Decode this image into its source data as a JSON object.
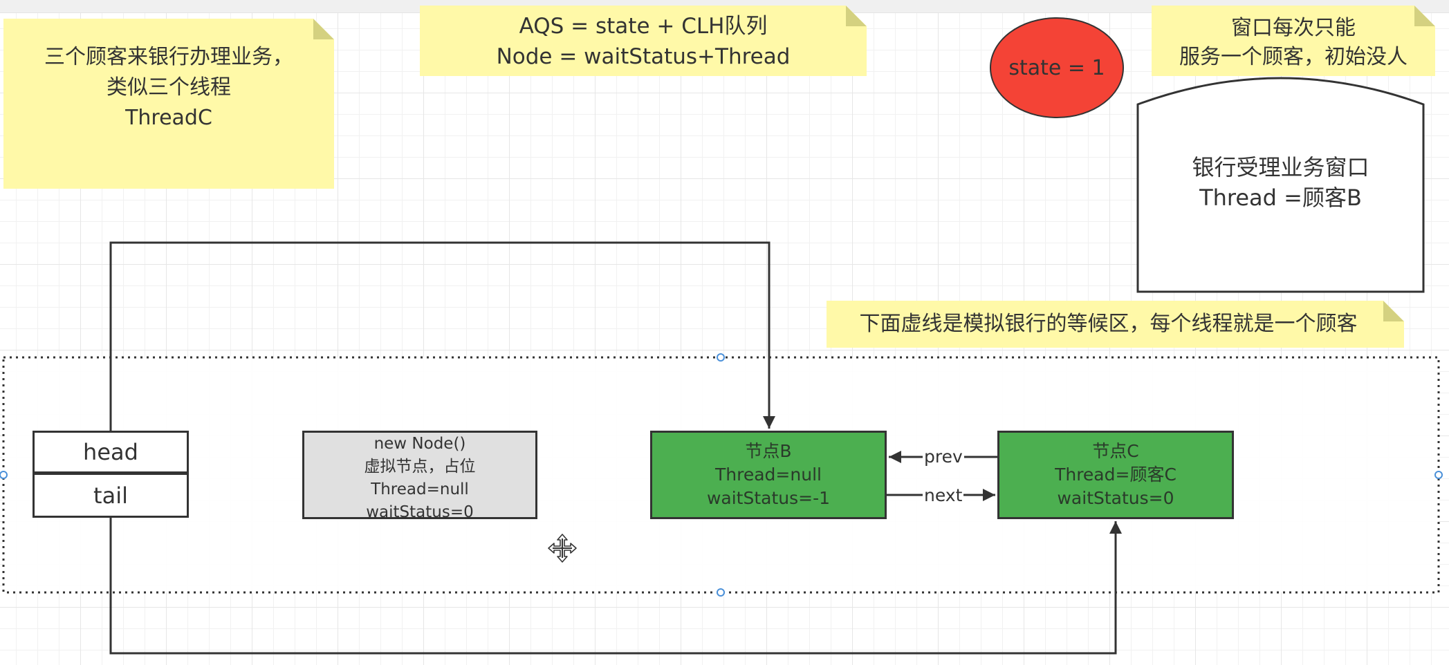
{
  "canvas": {
    "type": "flowchart-diagram",
    "grid": true
  },
  "notes": {
    "customers": {
      "lines": [
        "三个顾客来银行办理业务，",
        "类似三个线程",
        "ThreadC"
      ]
    },
    "aqs_definition": {
      "lines": [
        "AQS = state + CLH队列",
        "Node = waitStatus+Thread"
      ]
    },
    "window_rule": {
      "lines": [
        "窗口每次只能",
        "服务一个顾客，初始没人"
      ]
    },
    "waiting_area": {
      "lines": [
        "下面虚线是模拟银行的等候区，每个线程就是一个顾客"
      ]
    }
  },
  "state_indicator": {
    "label": "state = 1",
    "color": "#f44336"
  },
  "service_window": {
    "lines": [
      "银行受理业务窗口",
      "Thread =顾客B"
    ]
  },
  "queue": {
    "head_label": "head",
    "tail_label": "tail",
    "nodes": [
      {
        "id": "dummy",
        "lines": [
          "new Node()",
          "虚拟节点，占位",
          "Thread=null",
          "waitStatus=0"
        ],
        "color": "#e0e0e0"
      },
      {
        "id": "B",
        "lines": [
          "节点B",
          "Thread=null",
          "waitStatus=-1"
        ],
        "color": "#4caf50"
      },
      {
        "id": "C",
        "lines": [
          "节点C",
          "Thread=顾客C",
          "waitStatus=0"
        ],
        "color": "#4caf50"
      }
    ],
    "edges": {
      "prev_label": "prev",
      "next_label": "next"
    }
  },
  "colors": {
    "note_fill": "#fff9a8",
    "stroke": "#333333",
    "selection_handle": "#4a90d9"
  }
}
